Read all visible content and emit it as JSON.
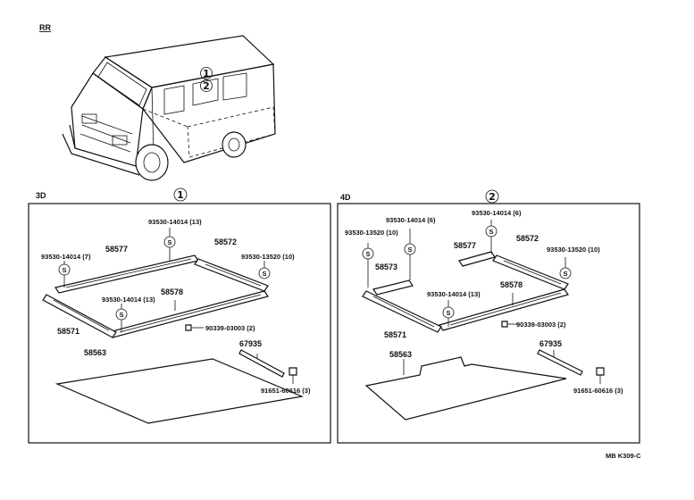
{
  "header": {
    "code": "RR"
  },
  "van": {
    "callouts": [
      "1",
      "2"
    ]
  },
  "panel_3d": {
    "variant": "3D",
    "number": "1",
    "labels": {
      "screw_top": "93530-14014 (13)",
      "rail_back": "58577",
      "rail_right": "58572",
      "screw_left": "93530-14014 (7)",
      "screw_right": "93530-13520 (10)",
      "rail_front": "58578",
      "screw_mid": "93530-14014 (13)",
      "rail_left": "58571",
      "clip": "90339-03003 (2)",
      "mat": "58563",
      "strip": "67935",
      "bolt": "91651-60616 (3)"
    }
  },
  "panel_4d": {
    "variant": "4D",
    "number": "2",
    "labels": {
      "screw_a": "93530-14014 (6)",
      "screw_b": "93530-14014 (6)",
      "screw_c": "93530-13520 (10)",
      "bracket_back": "58577",
      "rail_right": "58572",
      "screw_right": "93530-13520 (10)",
      "bracket_left": "58573",
      "rail_front": "58578",
      "screw_mid": "93530-14014 (13)",
      "rail_left": "58571",
      "clip": "90339-03003 (2)",
      "mat": "58563",
      "strip": "67935",
      "bolt": "91651-60616 (3)"
    }
  },
  "footer": {
    "code": "MB K309-C"
  },
  "symbols": {
    "screw_mark": "S"
  }
}
